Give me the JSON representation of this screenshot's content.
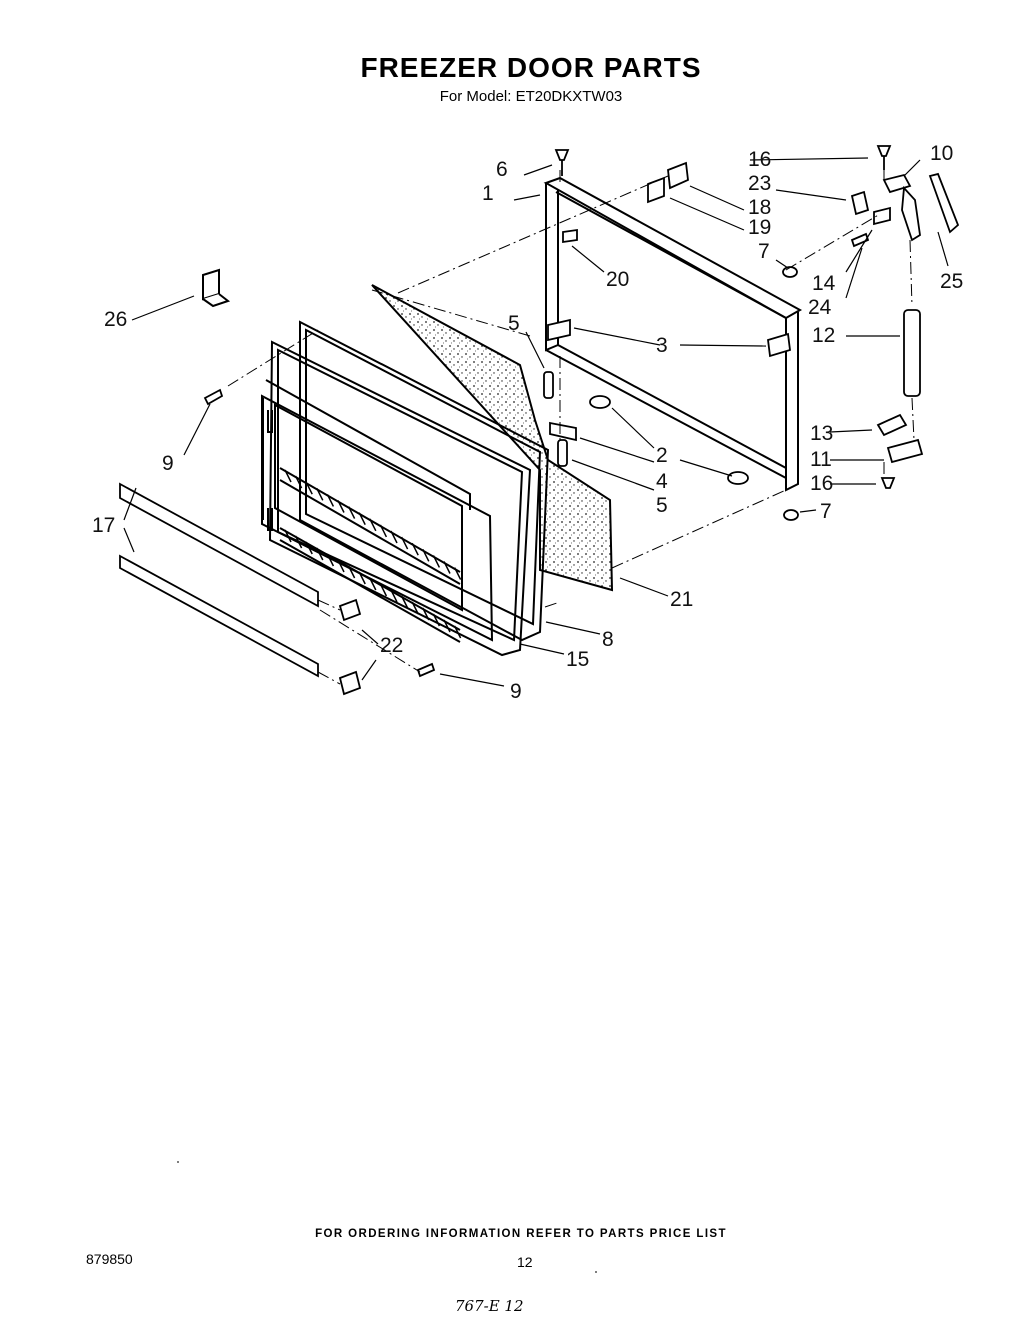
{
  "title": "FREEZER DOOR PARTS",
  "subtitle": "For Model: ET20DKXTW03",
  "callouts": [
    "1",
    "2",
    "2",
    "3",
    "4",
    "5",
    "5",
    "6",
    "7",
    "7",
    "8",
    "9",
    "9",
    "10",
    "11",
    "12",
    "13",
    "14",
    "15",
    "16",
    "16",
    "17",
    "18",
    "19",
    "20",
    "21",
    "22",
    "23",
    "24",
    "25",
    "26"
  ],
  "footer": {
    "ordering_note": "FOR ORDERING INFORMATION REFER TO PARTS PRICE LIST",
    "drawing_code": "879850",
    "page_number": "12",
    "handwritten_note": "767-E 12"
  }
}
